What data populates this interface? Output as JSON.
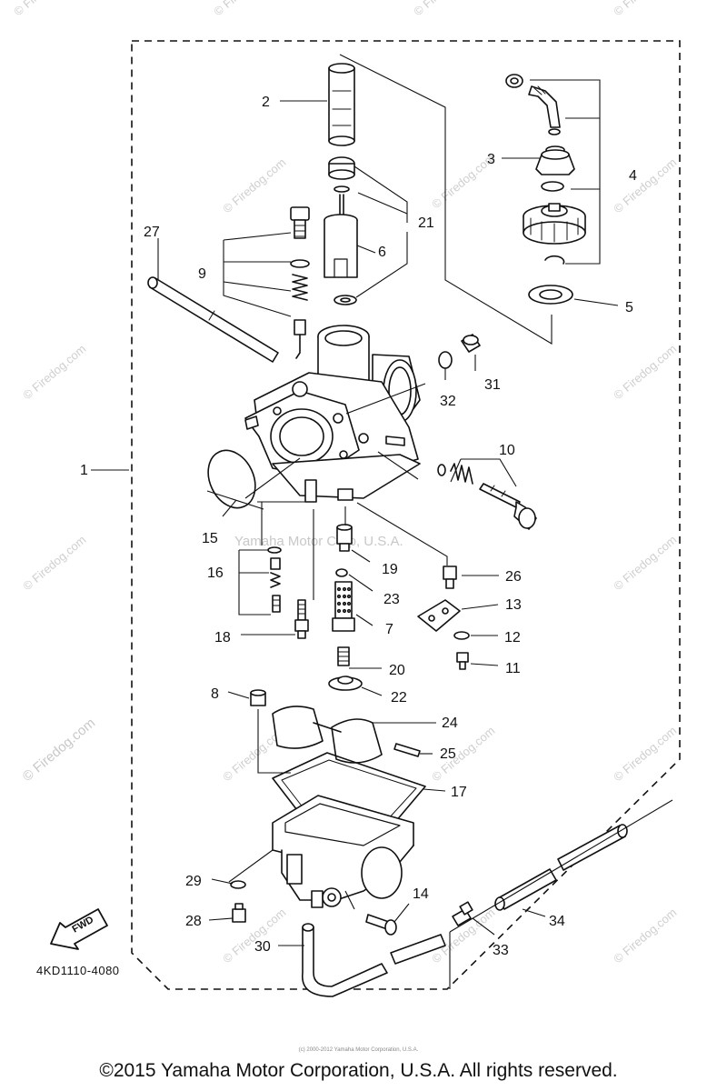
{
  "diagram": {
    "drawing_code": "4KD1110-4080",
    "fwd_label": "FWD",
    "watermark_center": "Yamaha Motor Corp, U.S.A.",
    "watermark_site": "© Firedog.com",
    "fine_print": "(c) 2000-2012 Yamaha Motor Corporation, U.S.A.",
    "copyright": "©2015 Yamaha Motor Corporation, U.S.A. All rights reserved.",
    "callouts": {
      "n1": "1",
      "n2": "2",
      "n3": "3",
      "n4": "4",
      "n5": "5",
      "n6": "6",
      "n7": "7",
      "n8": "8",
      "n9": "9",
      "n10": "10",
      "n11": "11",
      "n12": "12",
      "n13": "13",
      "n14": "14",
      "n15": "15",
      "n16": "16",
      "n17": "17",
      "n18": "18",
      "n19": "19",
      "n20": "20",
      "n21": "21",
      "n22": "22",
      "n23": "23",
      "n24": "24",
      "n25": "25",
      "n26": "26",
      "n27": "27",
      "n28": "28",
      "n29": "29",
      "n30": "30",
      "n31": "31",
      "n32": "32",
      "n33": "33",
      "n34": "34"
    }
  }
}
